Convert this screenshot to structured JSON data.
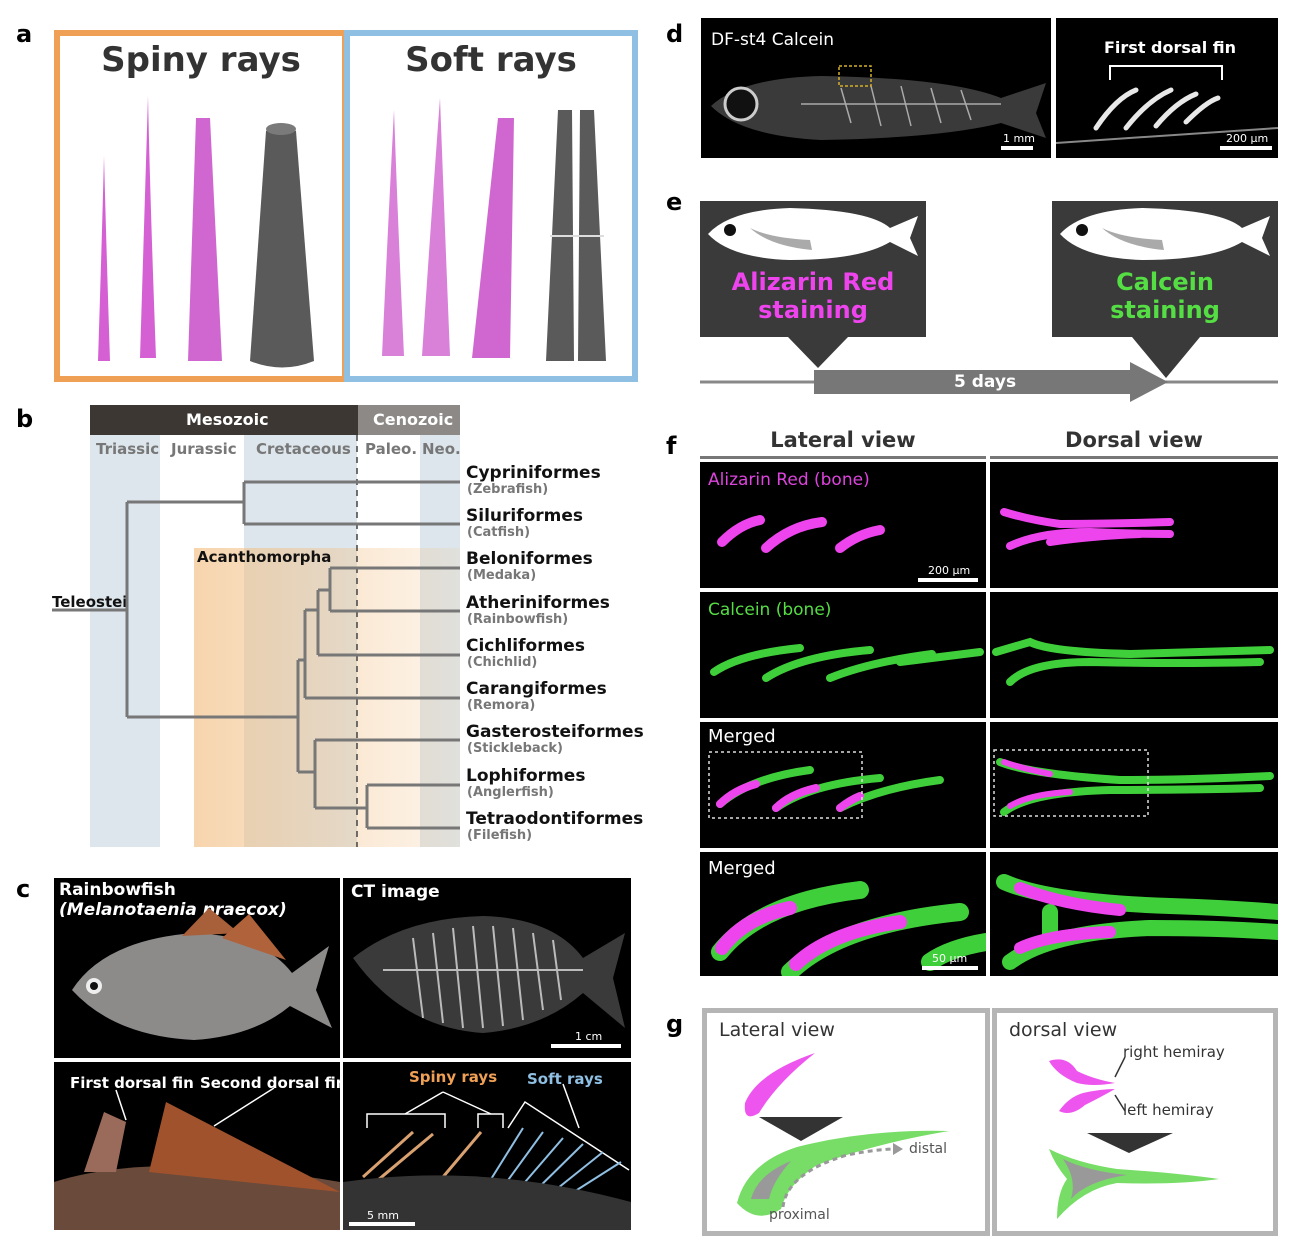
{
  "panel_labels": {
    "a": "a",
    "b": "b",
    "c": "c",
    "d": "d",
    "e": "e",
    "f": "f",
    "g": "g"
  },
  "panel_a": {
    "spiny_title": "Spiny rays",
    "soft_title": "Soft rays",
    "spiny_color": "#f0a055",
    "soft_color": "#8fbfe3",
    "ray_color": "#cc44cc"
  },
  "panel_b": {
    "eras": {
      "mesozoic": "Mesozoic",
      "cenozoic": "Cenozoic"
    },
    "periods": {
      "triassic": "Triassic",
      "jurassic": "Jurassic",
      "cretaceous": "Cretaceous",
      "paleo": "Paleo.",
      "neo": "Neo."
    },
    "clade_acanthomorpha": "Acanthomorpha",
    "clade_teleostei": "Teleostei",
    "taxa": [
      {
        "order": "Cypriniformes",
        "common": "(Zebrafish)"
      },
      {
        "order": "Siluriformes",
        "common": "(Catfish)"
      },
      {
        "order": "Beloniformes",
        "common": "(Medaka)"
      },
      {
        "order": "Atheriniformes",
        "common": "(Rainbowfish)"
      },
      {
        "order": "Cichliformes",
        "common": "(Chichlid)"
      },
      {
        "order": "Carangiformes",
        "common": "(Remora)"
      },
      {
        "order": "Gasterosteiformes",
        "common": "(Stickleback)"
      },
      {
        "order": "Lophiformes",
        "common": "(Anglerfish)"
      },
      {
        "order": "Tetraodontiformes",
        "common": "(Filefish)"
      }
    ]
  },
  "panel_c": {
    "photo_title": "Rainbowfish",
    "photo_species": "(Melanotaenia praecox)",
    "ct_title": "CT image",
    "ct_scale": "1 cm",
    "first_dorsal": "First dorsal fin",
    "second_dorsal": "Second dorsal fin",
    "spiny_rays": "Spiny rays",
    "soft_rays": "Soft rays",
    "detail_scale": "5 mm"
  },
  "panel_d": {
    "title": "DF-st4 Calcein",
    "scale_left": "1 mm",
    "fin_title": "First dorsal fin",
    "scale_right": "200 µm"
  },
  "panel_e": {
    "alizarin_line1": "Alizarin Red",
    "alizarin_line2": "staining",
    "calcein_line1": "Calcein",
    "calcein_line2": "staining",
    "duration": "5 days",
    "magenta": "#ee44ee",
    "green": "#55dd44"
  },
  "panel_f": {
    "lateral_header": "Lateral view",
    "dorsal_header": "Dorsal view",
    "row1_label": "Alizarin Red (bone)",
    "row1_scale": "200 µm",
    "row2_label": "Calcein (bone)",
    "row3_label": "Merged",
    "row4_label": "Merged",
    "row4_scale": "50 µm"
  },
  "panel_g": {
    "lateral_title": "Lateral view",
    "dorsal_title": "dorsal view",
    "distal": "distal",
    "proximal": "proximal",
    "right_hemiray": "right hemiray",
    "left_hemiray": "left hemiray"
  }
}
